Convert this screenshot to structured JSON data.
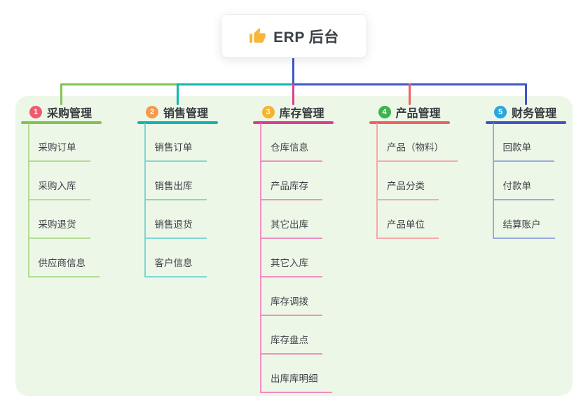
{
  "root": {
    "label": "ERP 后台",
    "icon": "thumbs-up-icon",
    "icon_color": "#f6b73c"
  },
  "panel_bg": "#edf7e8",
  "trunk_color": "#4156c6",
  "branches": [
    {
      "num": "1",
      "label": "采购管理",
      "badge_color": "#ef5a6e",
      "line_color": "#84c351",
      "light_color": "#b4db92",
      "children": [
        "采购订单",
        "采购入库",
        "采购退货",
        "供应商信息"
      ]
    },
    {
      "num": "2",
      "label": "销售管理",
      "badge_color": "#f39a4d",
      "line_color": "#10b7b0",
      "light_color": "#82d6d0",
      "children": [
        "销售订单",
        "销售出库",
        "销售退货",
        "客户信息"
      ]
    },
    {
      "num": "3",
      "label": "库存管理",
      "badge_color": "#f6b32f",
      "line_color": "#de3d94",
      "light_color": "#f08fc1",
      "children": [
        "仓库信息",
        "产品库存",
        "其它出库",
        "其它入库",
        "库存调拨",
        "库存盘点",
        "出库库明细"
      ]
    },
    {
      "num": "4",
      "label": "产品管理",
      "badge_color": "#3cb44e",
      "line_color": "#f25f63",
      "light_color": "#f7a8a8",
      "children": [
        "产品（物料）",
        "产品分类",
        "产品单位"
      ]
    },
    {
      "num": "5",
      "label": "财务管理",
      "badge_color": "#2ba6de",
      "line_color": "#4156c6",
      "light_color": "#97a9e0",
      "children": [
        "回款单",
        "付款单",
        "结算账户"
      ]
    }
  ]
}
